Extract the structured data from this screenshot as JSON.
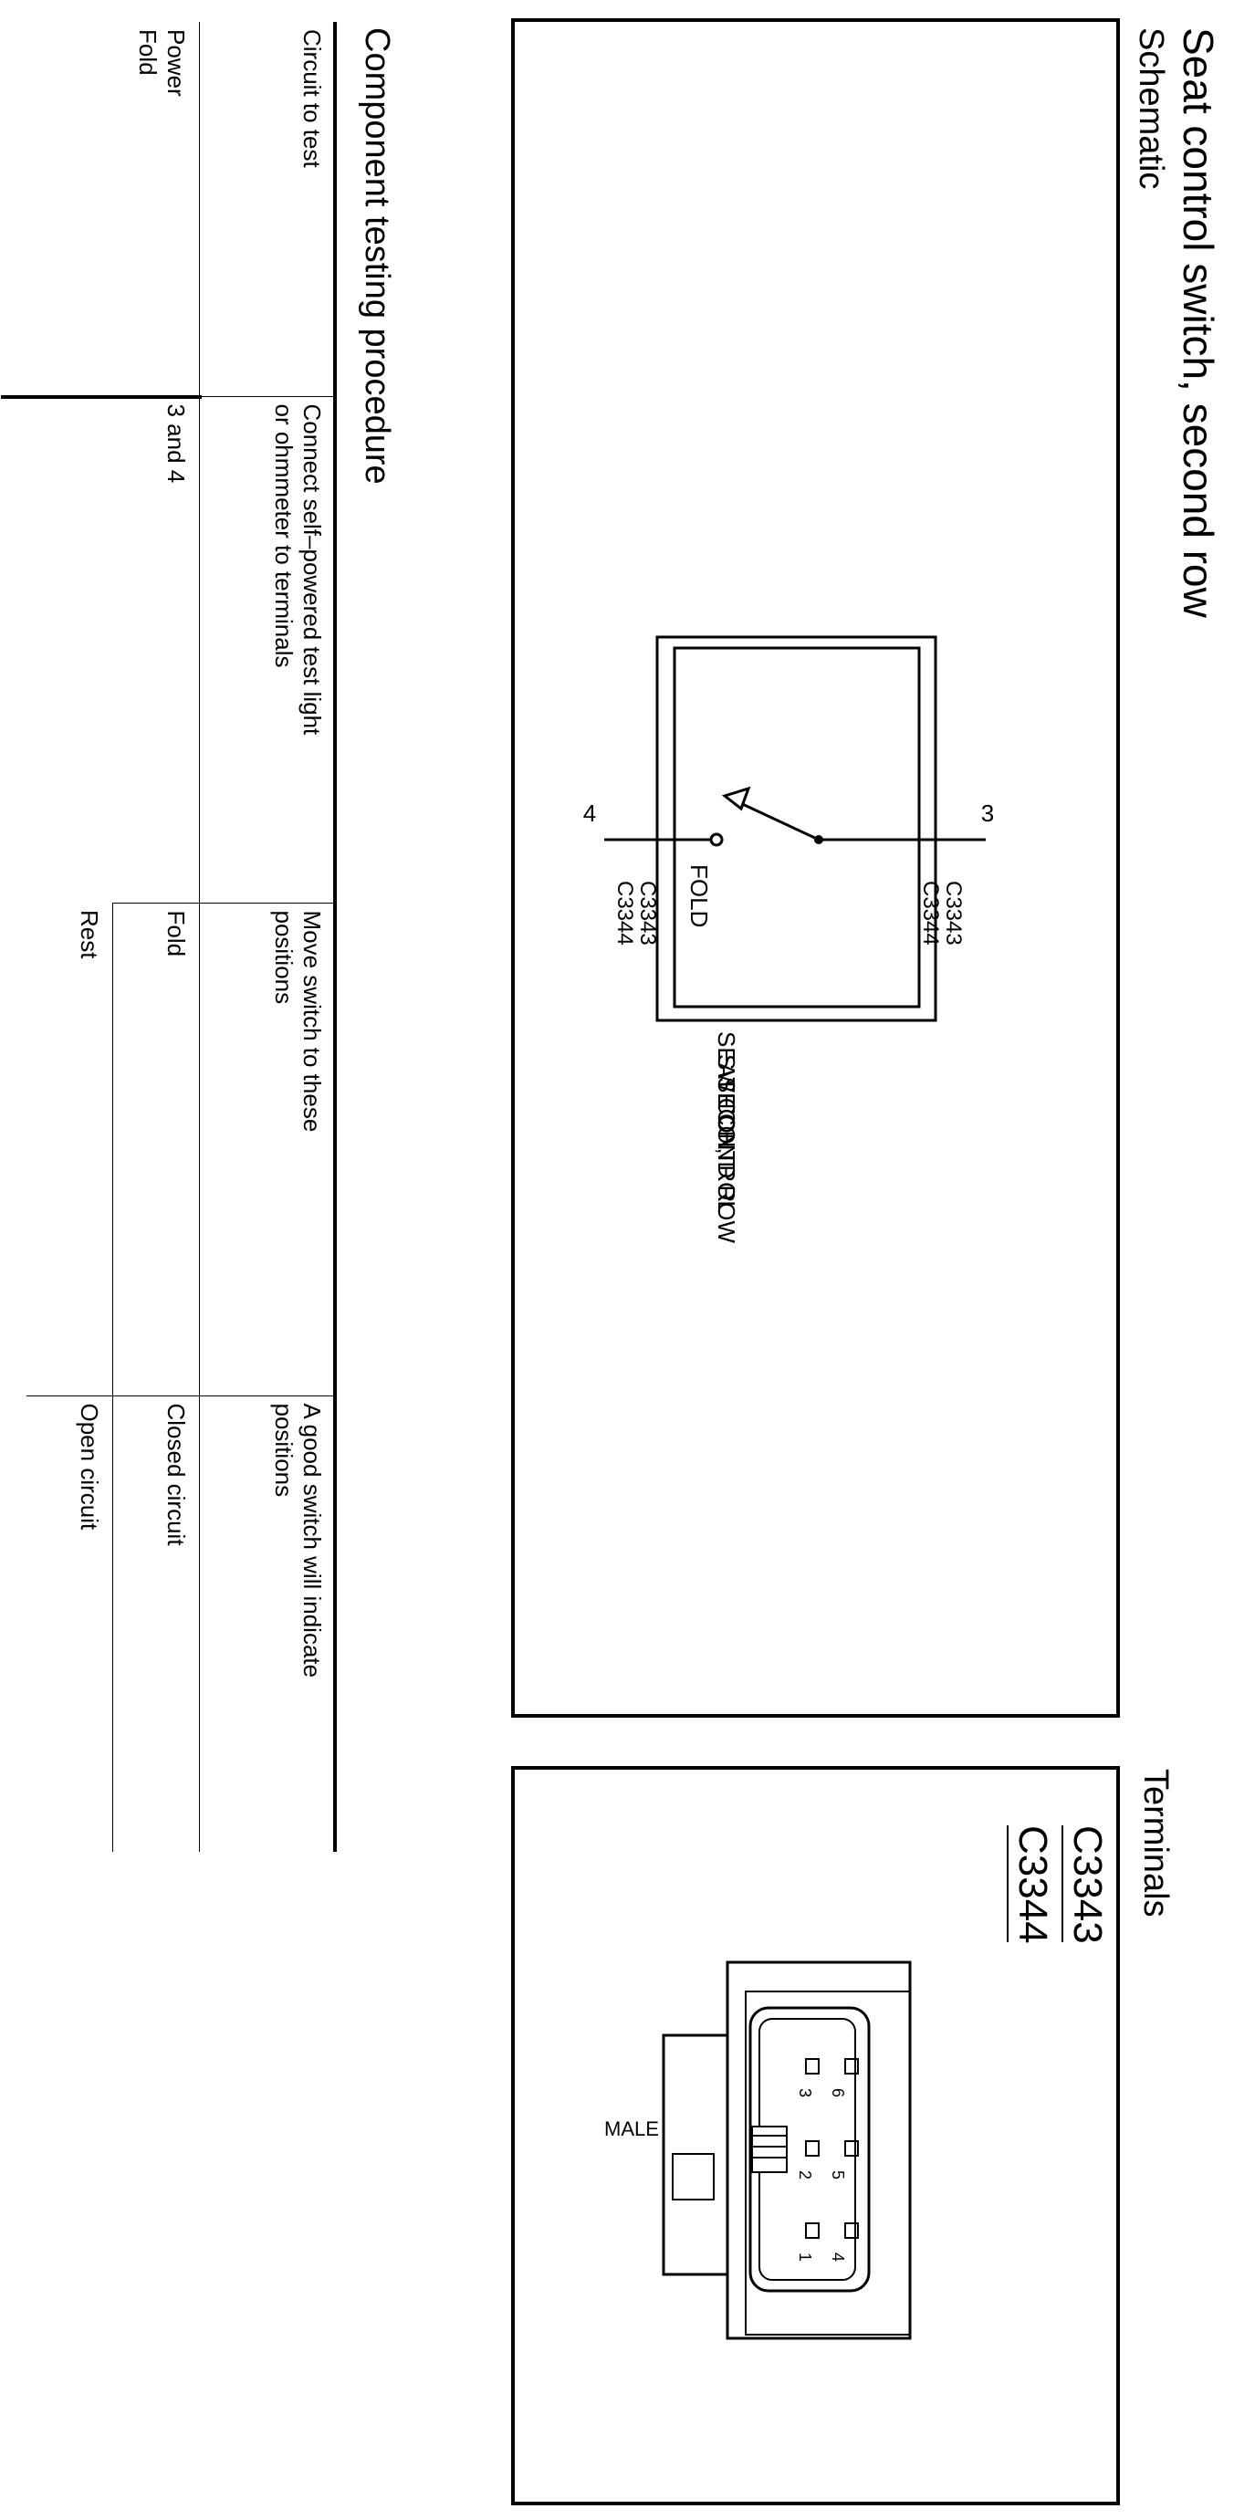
{
  "title": "Seat control switch, second row",
  "schematic": {
    "heading": "Schematic",
    "pin_top": "3",
    "pin_bottom": "4",
    "conn_top_1": "C3343",
    "conn_top_2": "C3344",
    "conn_bottom_1": "C3343",
    "conn_bottom_2": "C3344",
    "switch_label": "FOLD",
    "component_line1": "SEAT CONTROL",
    "component_line2": "SWITCH,",
    "component_line3": "SECOND ROW"
  },
  "terminals": {
    "heading": "Terminals",
    "conn_1": "C3343",
    "conn_2": "C3344",
    "gender": "MALE",
    "pins": [
      "1",
      "2",
      "3",
      "4",
      "5",
      "6"
    ]
  },
  "procedure": {
    "heading": "Component testing procedure",
    "headers": {
      "circuit": "Circuit to test",
      "terminals_line1": "Connect self–powered test light",
      "terminals_line2": "or ohmmeter to terminals",
      "positions_line1": "Move switch to these",
      "positions_line2": "positions",
      "result_line1": "A good switch will indicate",
      "result_line2": "positions"
    },
    "rows": [
      {
        "circuit_line1": "Power",
        "circuit_line2": "Fold",
        "terminals": "3 and 4",
        "position": "Fold",
        "result": "Closed circuit"
      },
      {
        "position": "Rest",
        "result": "Open circuit"
      }
    ]
  }
}
